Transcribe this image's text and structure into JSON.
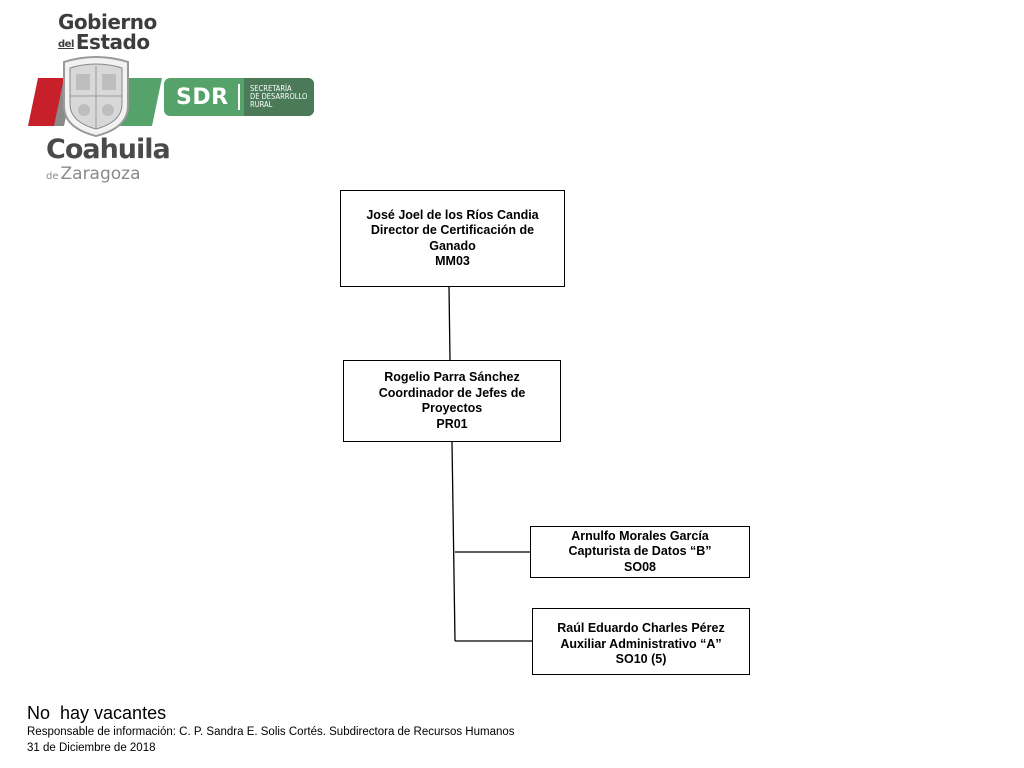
{
  "logo": {
    "gobierno_line1": "Gobierno",
    "gobierno_del": "del",
    "gobierno_estado": "Estado",
    "sdr_abbrev": "SDR",
    "sdr_full": [
      "SECRETARÍA",
      "DE DESARROLLO",
      "RURAL"
    ],
    "state_name": "Coahuila",
    "state_de": "de",
    "state_suffix": "Zaragoza",
    "colors": {
      "red": "#c8202a",
      "green": "#56a26b",
      "dark_green": "#4a7a58",
      "gray": "#4a4a4a"
    }
  },
  "org_chart": {
    "director": {
      "lines": [
        "José Joel de los Ríos Candia",
        "Director de Certificación de",
        "Ganado",
        "MM03"
      ]
    },
    "coordinator": {
      "lines": [
        "Rogelio Parra Sánchez",
        "Coordinador de Jefes de",
        "Proyectos",
        "PR01"
      ]
    },
    "capturista": {
      "lines": [
        "Arnulfo Morales García",
        "Capturista de Datos “B”",
        "SO08"
      ]
    },
    "auxiliar": {
      "lines": [
        "Raúl Eduardo Charles Pérez",
        "Auxiliar  Administrativo “A”",
        "SO10 (5)"
      ]
    }
  },
  "footer": {
    "vacancies": "No  hay vacantes",
    "responsible": "Responsable de información: C. P. Sandra E. Solis Cortés. Subdirectora de Recursos Humanos",
    "date": "31 de Diciembre de 2018"
  }
}
